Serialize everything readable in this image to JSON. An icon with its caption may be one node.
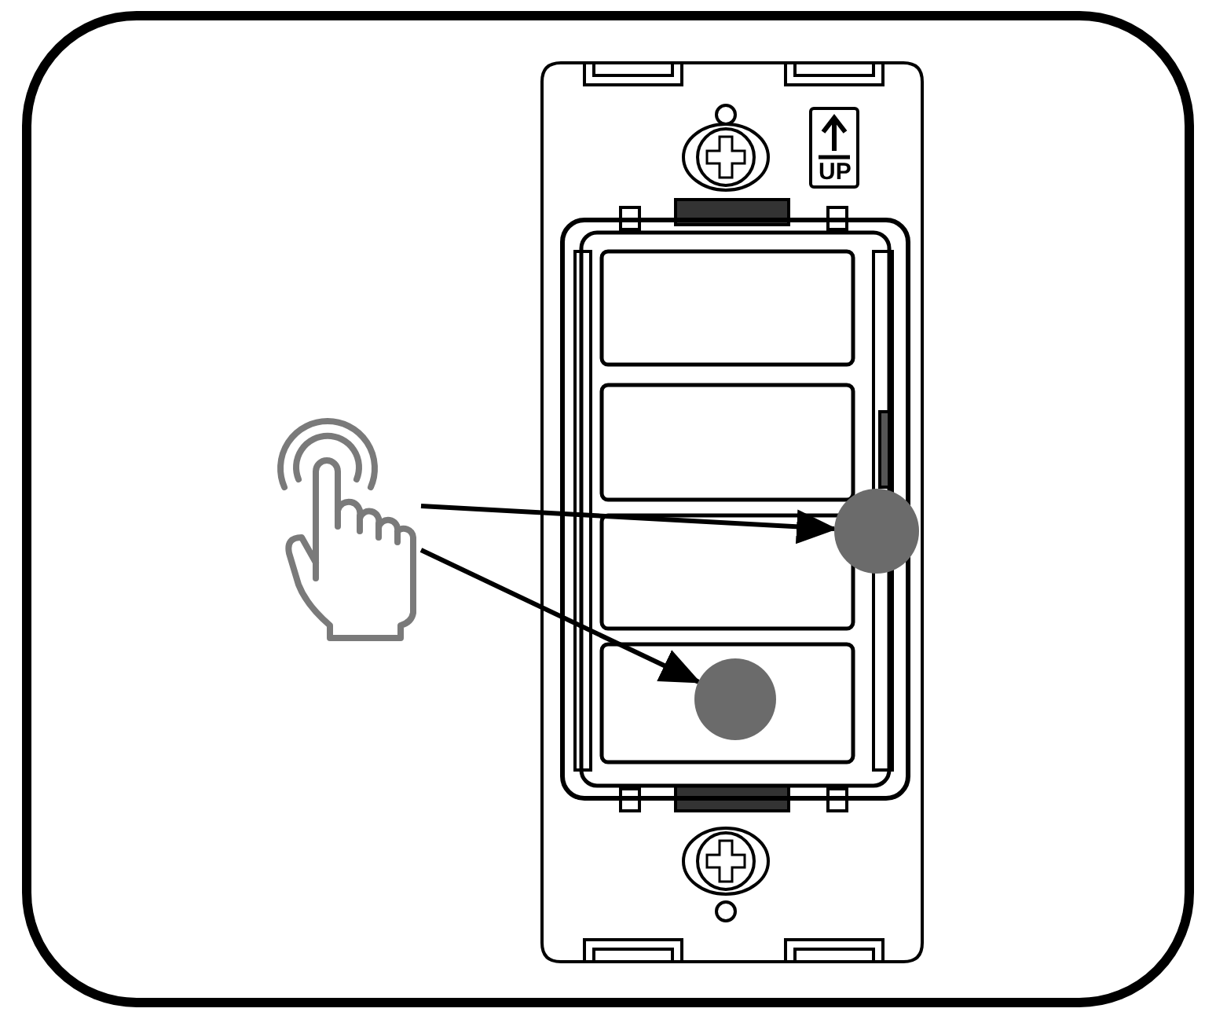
{
  "diagram": {
    "nodes": [
      {
        "text": [],
        "shape": "hand"
      },
      {
        "text": [],
        "shape": "circle"
      },
      {
        "text": [],
        "shape": "circle"
      }
    ],
    "edges": [
      {
        "from": 0,
        "to": 1,
        "arrow": "to"
      },
      {
        "from": 0,
        "to": 2,
        "arrow": "to"
      }
    ],
    "labels": [
      "UP"
    ]
  }
}
